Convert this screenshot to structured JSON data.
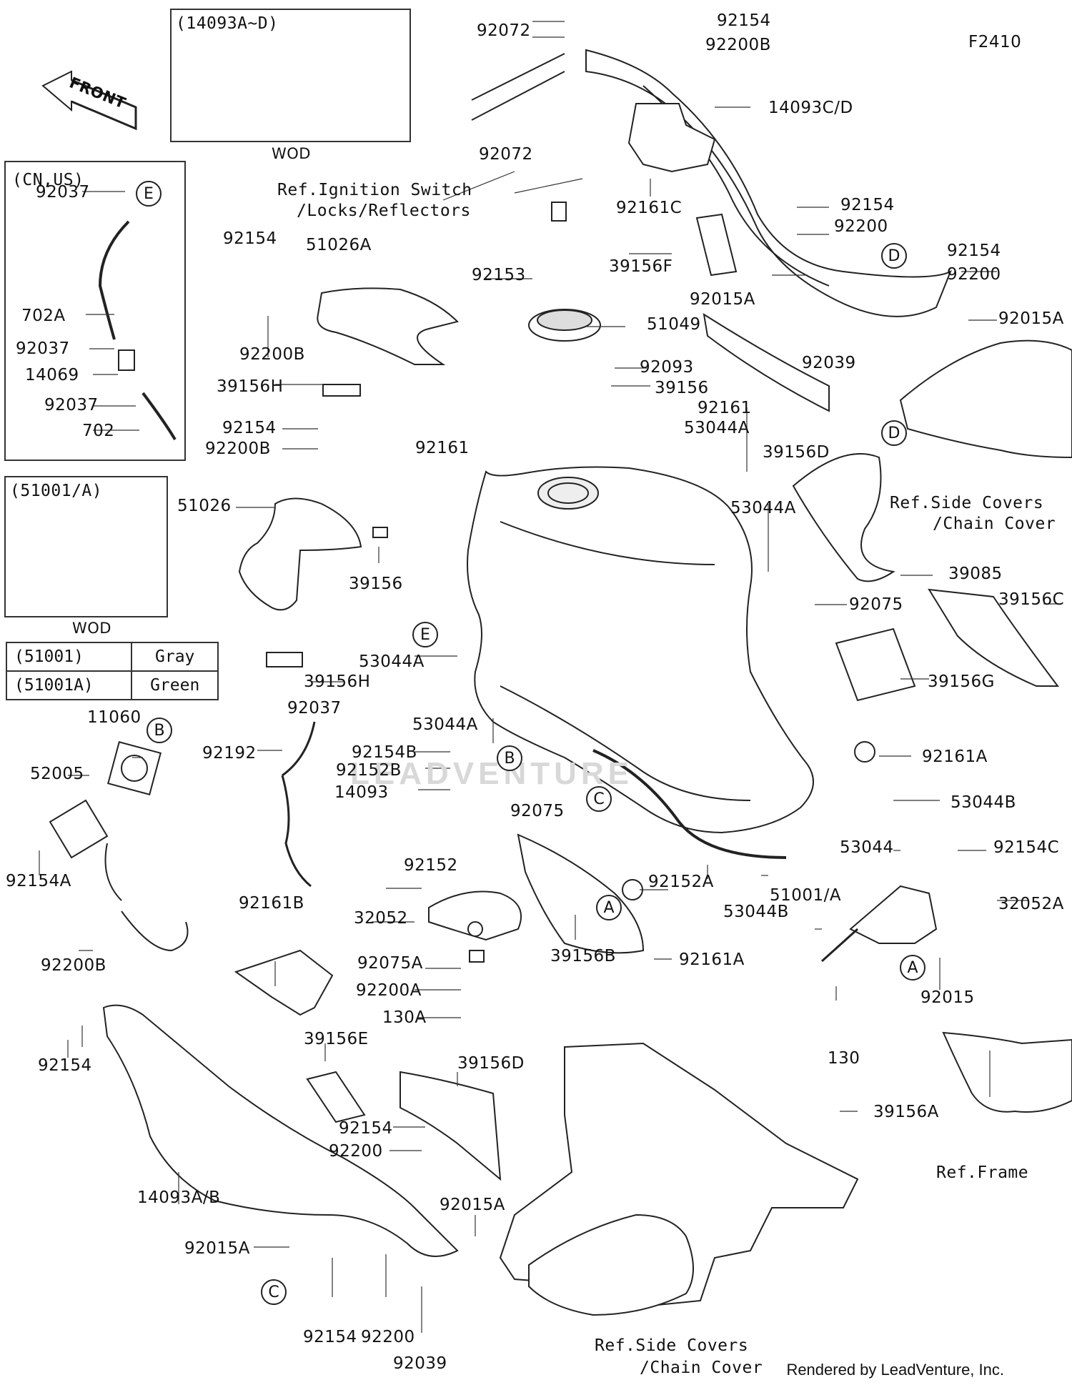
{
  "figure_code": "F2410",
  "watermark": "LEADVENTURE",
  "footer": "Rendered by LeadVenture, Inc.",
  "front_arrow_label": "FRONT",
  "insets": {
    "wod_top": {
      "header": "(14093A~D)",
      "caption": "WOD"
    },
    "cn_us": {
      "header": "(CN,US)"
    },
    "wod_side": {
      "header": "(51001/A)",
      "caption": "WOD"
    }
  },
  "color_table": [
    {
      "part": "(51001)",
      "color": "Gray"
    },
    {
      "part": "(51001A)",
      "color": "Green"
    }
  ],
  "references": {
    "ignition": [
      "Ref.Ignition Switch",
      "/Locks/Reflectors"
    ],
    "side_covers_top": [
      "Ref.Side Covers",
      "/Chain Cover"
    ],
    "side_covers_bottom": [
      "Ref.Side Covers",
      "/Chain Cover"
    ],
    "frame": "Ref.Frame"
  },
  "callouts": {
    "e_top": "E",
    "e_mid": "E",
    "b_pump": "B",
    "b_mid": "B",
    "c_mid": "C",
    "c_bottom": "C",
    "a_left": "A",
    "a_right": "A",
    "d_1": "D",
    "d_2": "D"
  },
  "part_labels": {
    "p92072_top": "92072",
    "p92072_bot": "92072",
    "p92154_a": "92154",
    "p92200B_a": "92200B",
    "p14093CD": "14093C/D",
    "p92161C": "92161C",
    "p39156F": "39156F",
    "p92154_b": "92154",
    "p92200_b": "92200",
    "p92154_c": "92154",
    "p92200_c": "92200",
    "p92015A_a": "92015A",
    "p92015A_b": "92015A",
    "p92039_a": "92039",
    "p39156D_a": "39156D",
    "p92154_d": "92154",
    "p51026A": "51026A",
    "p92153": "92153",
    "p51049": "51049",
    "p92200B_b": "92200B",
    "p92093": "92093",
    "p39156H_a": "39156H",
    "p39156_a": "39156",
    "p92161_a": "92161",
    "p53044A_a": "53044A",
    "p92154_e": "92154",
    "p92200B_c": "92200B",
    "p92161_b": "92161",
    "p51026": "51026",
    "p53044A_b": "53044A",
    "p39156_b": "39156",
    "p39085": "39085",
    "p92075_a": "92075",
    "p39156C": "39156C",
    "p53044A_c": "53044A",
    "p39156H_b": "39156H",
    "p92037_d": "92037",
    "p39156G": "39156G",
    "p53044A_d": "53044A",
    "p92161A_a": "92161A",
    "p92192": "92192",
    "p92154B": "92154B",
    "p92152B": "92152B",
    "p14093": "14093",
    "p92075_b": "92075",
    "p53044B_a": "53044B",
    "p53044": "53044",
    "p92154C": "92154C",
    "p32052A": "32052A",
    "p92152": "92152",
    "p32052": "32052",
    "p92152A": "92152A",
    "p51001A": "51001/A",
    "p53044B_b": "53044B",
    "p92075A": "92075A",
    "p39156B": "39156B",
    "p92161A_b": "92161A",
    "p92200A": "92200A",
    "p130A": "130A",
    "p92015": "92015",
    "p130": "130",
    "p11060": "11060",
    "p52005": "52005",
    "p92154A": "92154A",
    "p92161B": "92161B",
    "p92200B_d": "92200B",
    "p92154_f": "92154",
    "p39156E": "39156E",
    "p39156D_b": "39156D",
    "p39156A": "39156A",
    "p92154_g": "92154",
    "p92200_d": "92200",
    "p92015A_c": "92015A",
    "p14093AB": "14093A/B",
    "p92015A_d": "92015A",
    "p92154_h": "92154",
    "p92200_e": "92200",
    "p92039_b": "92039",
    "p92037_a": "92037",
    "p702A": "702A",
    "p92037_b": "92037",
    "p14069": "14069",
    "p92037_c": "92037",
    "p702": "702"
  }
}
